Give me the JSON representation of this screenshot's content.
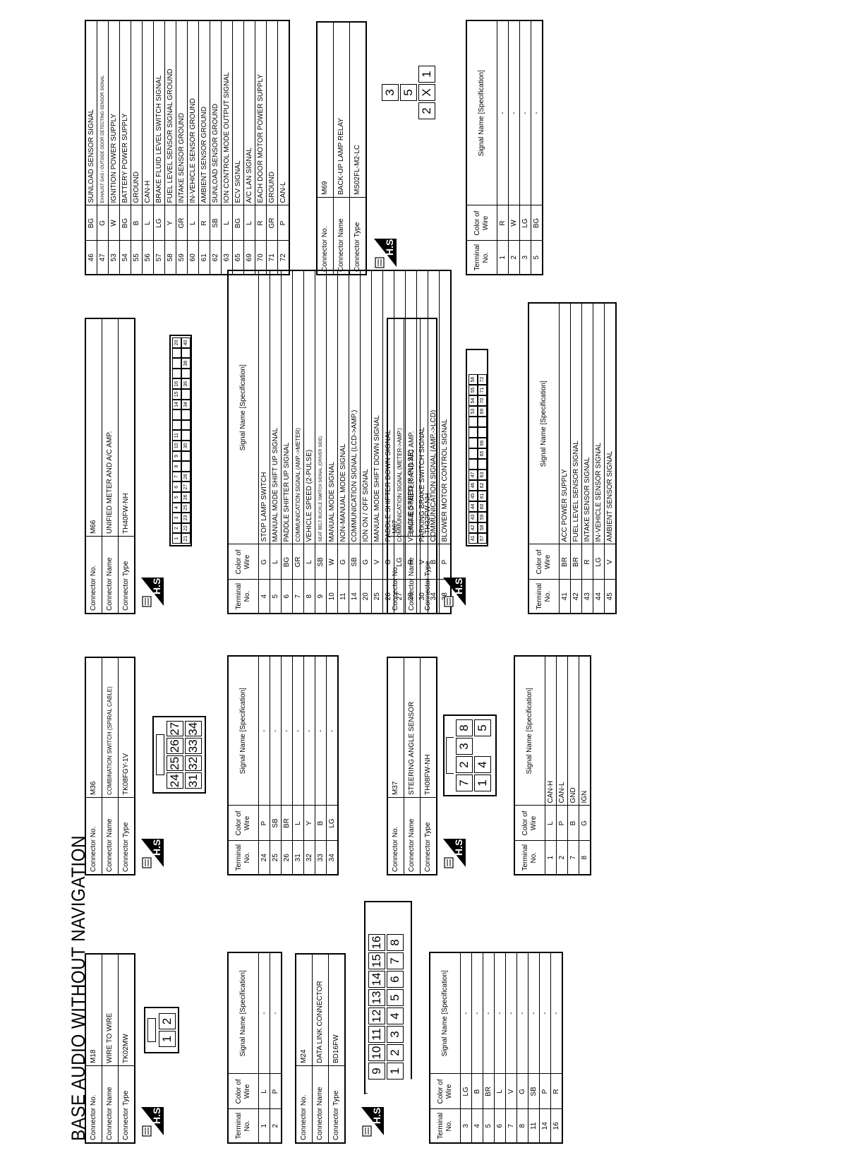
{
  "page": {
    "title": "BASE AUDIO WITHOUT NAVIGATION",
    "hs_label": "H.S."
  },
  "labels": {
    "connector_no": "Connector No.",
    "connector_name": "Connector Name",
    "connector_type": "Connector Type",
    "terminal_no": "Terminal No.",
    "color_of_wire": "Color of Wire",
    "signal_name": "Signal Name [Specification]"
  },
  "m18": {
    "no": "M18",
    "name": "WIRE TO WIRE",
    "type": "TK02MW",
    "pins": [
      [
        "1",
        "2"
      ]
    ],
    "rows": [
      [
        "1",
        "L",
        "-"
      ],
      [
        "2",
        "P",
        "-"
      ]
    ]
  },
  "m24": {
    "no": "M24",
    "name": "DATA LINK CONNECTOR",
    "type": "BD16FW",
    "pins": [
      [
        "9",
        "10",
        "11",
        "12",
        "13",
        "14",
        "15",
        "16"
      ],
      [
        "1",
        "2",
        "3",
        "4",
        "5",
        "6",
        "7",
        "8"
      ]
    ],
    "rows": [
      [
        "3",
        "LG",
        "-"
      ],
      [
        "4",
        "B",
        "-"
      ],
      [
        "5",
        "BR",
        "-"
      ],
      [
        "6",
        "L",
        "-"
      ],
      [
        "7",
        "V",
        "-"
      ],
      [
        "8",
        "G",
        "-"
      ],
      [
        "11",
        "SB",
        "-"
      ],
      [
        "14",
        "P",
        "-"
      ],
      [
        "16",
        "R",
        "-"
      ]
    ]
  },
  "m36": {
    "no": "M36",
    "name": "COMBINATION SWITCH (SPIRAL CABLE)",
    "type": "TK08FGY-1V",
    "pins": [
      [
        "24",
        "25",
        "26",
        "27"
      ],
      [
        "31",
        "32",
        "33",
        "34"
      ]
    ],
    "rows": [
      [
        "24",
        "P",
        "-"
      ],
      [
        "25",
        "SB",
        "-"
      ],
      [
        "26",
        "BR",
        "-"
      ],
      [
        "31",
        "L",
        "-"
      ],
      [
        "32",
        "Y",
        "-"
      ],
      [
        "33",
        "B",
        "-"
      ],
      [
        "34",
        "LG",
        "-"
      ]
    ]
  },
  "m37": {
    "no": "M37",
    "name": "STEERING ANGLE SENSOR",
    "type": "TH08FW-NH",
    "pins": [
      [
        "7",
        "2",
        "3",
        "8"
      ],
      [
        "1",
        "4",
        "",
        "5"
      ]
    ],
    "rows": [
      [
        "1",
        "L",
        "CAN-H"
      ],
      [
        "2",
        "P",
        "CAN-L"
      ],
      [
        "7",
        "B",
        "GND"
      ],
      [
        "8",
        "G",
        "IGN"
      ]
    ]
  },
  "m66": {
    "no": "M66",
    "name": "UNIFIED METER AND A/C AMP.",
    "type": "TH40FW-NH",
    "pins": [
      [
        "1",
        "2",
        "3",
        "4",
        "5",
        "6",
        "7",
        "8",
        "9",
        "10",
        "11",
        "",
        "",
        "14",
        "15",
        "16",
        "",
        "",
        "",
        "20"
      ],
      [
        "21",
        "22",
        "23",
        "25",
        "26",
        "27",
        "28",
        "",
        "",
        "30",
        "",
        "",
        "",
        "34",
        "",
        "36",
        "",
        "38",
        "",
        "40"
      ]
    ],
    "rows": [
      [
        "4",
        "G",
        "STOP LAMP SWITCH"
      ],
      [
        "5",
        "L",
        "MANUAL MODE SHIFT UP SIGNAL"
      ],
      [
        "6",
        "BG",
        "PADDLE SHIFTER UP SIGNAL"
      ],
      [
        "7",
        "GR",
        "COMMUNICATION SIGNAL (AMP.->METER)"
      ],
      [
        "8",
        "L",
        "VEHICLE SPEED (2-PULSE)"
      ],
      [
        "9",
        "SB",
        "SEAT BELT BUCKLE SWITCH SIGNAL (DRIVER SIDE)"
      ],
      [
        "10",
        "W",
        "MANUAL MODE SIGNAL"
      ],
      [
        "11",
        "G",
        "NON-MANUAL MODE SIGNAL"
      ],
      [
        "14",
        "SB",
        "COMMUNICATION SIGNAL (LCD->AMP.)"
      ],
      [
        "20",
        "G",
        "ION ON / OFF SIGNAL"
      ],
      [
        "25",
        "V",
        "MANUAL MODE SHIFT DOWN SIGNAL"
      ],
      [
        "26",
        "G",
        "PADDLE SHIFTER DOWN SIGNAL"
      ],
      [
        "27",
        "LG",
        "COMMUNICATION SIGNAL (METER->AMP.)"
      ],
      [
        "28",
        "R",
        "VEHICLE SPEED (8-PULSE)"
      ],
      [
        "30",
        "V",
        "PARKING BRAKE SWITCH SIGNAL"
      ],
      [
        "34",
        "B",
        "COMMUNICATION SIGNAL (AMP.->LCD)"
      ],
      [
        "38",
        "P",
        "BLOWER MOTOR CONTROL SIGNAL"
      ]
    ]
  },
  "m67": {
    "no": "M67",
    "name": "UNIFIED METER AND A/C AMP.",
    "type": "TH32FW-NH",
    "pins": [
      [
        "41",
        "42",
        "43",
        "44",
        "45",
        "46",
        "47",
        "",
        "",
        "",
        "",
        "",
        "53",
        "54",
        "55",
        "56"
      ],
      [
        "57",
        "58",
        "59",
        "60",
        "61",
        "62",
        "63",
        "",
        "65",
        "66",
        "",
        "",
        "69",
        "70",
        "71",
        "72"
      ]
    ],
    "rows": [
      [
        "41",
        "BR",
        "ACC POWER SUPPLY"
      ],
      [
        "42",
        "BR",
        "FUEL LEVEL SENSOR SIGNAL"
      ],
      [
        "43",
        "R",
        "INTAKE SENSOR SIGNAL"
      ],
      [
        "44",
        "LG",
        "IN-VEHICLE SENSOR SIGNAL"
      ],
      [
        "45",
        "V",
        "AMBIENT SENSOR SIGNAL"
      ]
    ],
    "rows_cont": [
      [
        "46",
        "BG",
        "SUNLOAD SENSOR SIGNAL"
      ],
      [
        "47",
        "G",
        "EXHAUST GAS / OUTSIDE ODOR DETECTING SENSOR SIGNAL"
      ],
      [
        "53",
        "W",
        "IGNITION POWER SUPPLY"
      ],
      [
        "54",
        "BG",
        "BATTERY POWER SUPPLY"
      ],
      [
        "55",
        "B",
        "GROUND"
      ],
      [
        "56",
        "L",
        "CAN-H"
      ],
      [
        "57",
        "LG",
        "BRAKE FLUID LEVEL SWITCH SIGNAL"
      ],
      [
        "58",
        "Y",
        "FUEL LEVEL SENSOR SIGNAL GROUND"
      ],
      [
        "59",
        "GR",
        "INTAKE SENSOR GROUND"
      ],
      [
        "60",
        "L",
        "IN-VEHICLE SENSOR GROUND"
      ],
      [
        "61",
        "R",
        "AMBIENT SENSOR GROUND"
      ],
      [
        "62",
        "SB",
        "SUNLOAD SENSOR GROUND"
      ],
      [
        "63",
        "L",
        "ION CONTROL MODE OUTPUT SIGNAL"
      ],
      [
        "65",
        "BG",
        "ECV SIGNAL"
      ],
      [
        "69",
        "L",
        "A/C LAN SIGNAL"
      ],
      [
        "70",
        "R",
        "EACH DOOR MOTOR POWER SUPPLY"
      ],
      [
        "71",
        "GR",
        "GROUND"
      ],
      [
        "72",
        "P",
        "CAN-L"
      ]
    ]
  },
  "m69": {
    "no": "M69",
    "name": "BACK-UP LAMP RELAY",
    "type": "MS02FL-M2-LC",
    "pins": [
      [
        "",
        "3",
        ""
      ],
      [
        "",
        "5",
        ""
      ],
      [
        "2",
        "X",
        "1"
      ]
    ],
    "rows": [
      [
        "1",
        "R",
        "-"
      ],
      [
        "2",
        "W",
        "-"
      ],
      [
        "3",
        "LG",
        "-"
      ],
      [
        "5",
        "BG",
        "-"
      ]
    ]
  }
}
